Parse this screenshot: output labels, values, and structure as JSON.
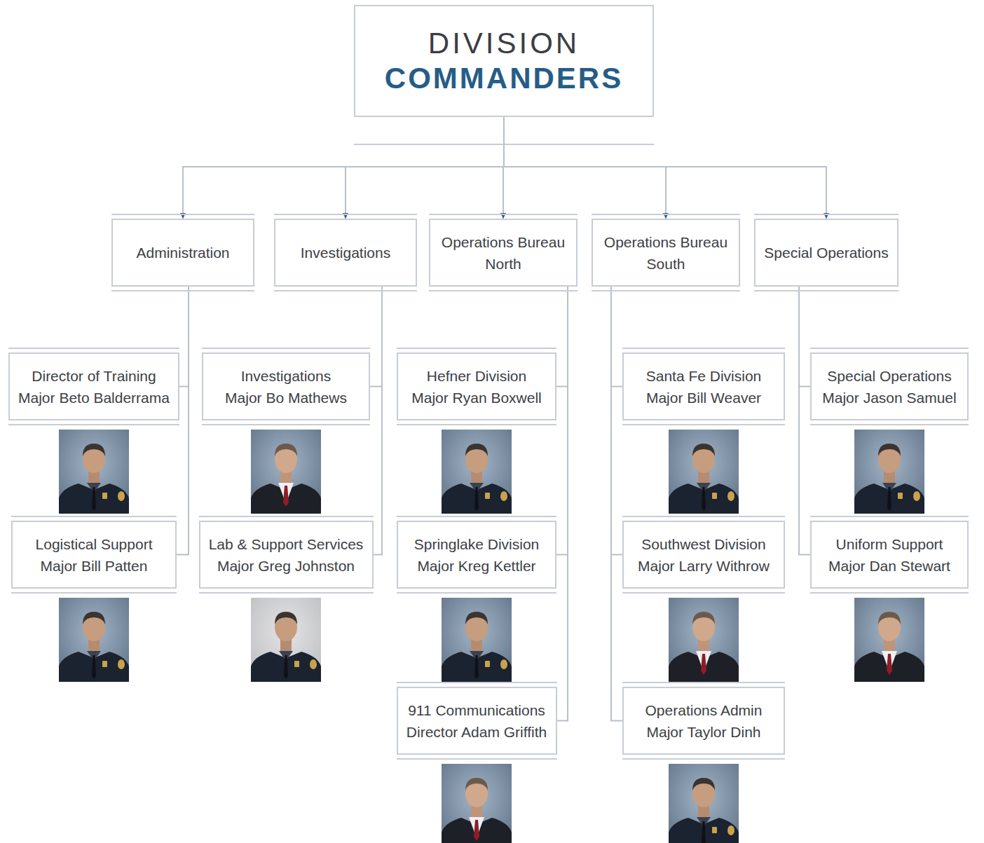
{
  "diagram": {
    "nodes": [
      {
        "text": [
          "DIVISION",
          "COMMANDERS"
        ]
      },
      {
        "text": [
          "Administration"
        ]
      },
      {
        "text": [
          "Investigations"
        ]
      },
      {
        "text": [
          "Operations Bureau North"
        ]
      },
      {
        "text": [
          "Operations Bureau South"
        ]
      },
      {
        "text": [
          "Special Operations"
        ]
      },
      {
        "text": [
          "Director of Training",
          "Major Beto Balderrama"
        ]
      },
      {
        "text": [
          "Logistical Support",
          "Major Bill Patten"
        ]
      },
      {
        "text": [
          "Investigations",
          "Major Bo Mathews"
        ]
      },
      {
        "text": [
          "Lab & Support Services",
          "Major Greg Johnston"
        ]
      },
      {
        "text": [
          "Hefner Division",
          "Major Ryan Boxwell"
        ]
      },
      {
        "text": [
          "Springlake Division",
          "Major Kreg Kettler"
        ]
      },
      {
        "text": [
          "911 Communications",
          "Director Adam Griffith"
        ]
      },
      {
        "text": [
          "Santa Fe Division",
          "Major Bill Weaver"
        ]
      },
      {
        "text": [
          "Southwest Division",
          "Major Larry Withrow"
        ]
      },
      {
        "text": [
          "Operations Admin",
          "Major Taylor Dinh"
        ]
      },
      {
        "text": [
          "Special Operations",
          "Major Jason Samuel"
        ]
      },
      {
        "text": [
          "Uniform Support",
          "Major Dan Stewart"
        ]
      }
    ],
    "edges": [
      {
        "from": 0,
        "to": 1,
        "arrow": "to"
      },
      {
        "from": 0,
        "to": 2,
        "arrow": "to"
      },
      {
        "from": 0,
        "to": 3,
        "arrow": "to"
      },
      {
        "from": 0,
        "to": 4,
        "arrow": "to"
      },
      {
        "from": 0,
        "to": 5,
        "arrow": "to"
      },
      {
        "from": 1,
        "to": 6,
        "arrow": "none"
      },
      {
        "from": 1,
        "to": 7,
        "arrow": "none"
      },
      {
        "from": 2,
        "to": 8,
        "arrow": "none"
      },
      {
        "from": 2,
        "to": 9,
        "arrow": "none"
      },
      {
        "from": 3,
        "to": 10,
        "arrow": "none"
      },
      {
        "from": 3,
        "to": 11,
        "arrow": "none"
      },
      {
        "from": 3,
        "to": 12,
        "arrow": "none"
      },
      {
        "from": 4,
        "to": 13,
        "arrow": "none"
      },
      {
        "from": 4,
        "to": 14,
        "arrow": "none"
      },
      {
        "from": 4,
        "to": 15,
        "arrow": "none"
      },
      {
        "from": 5,
        "to": 16,
        "arrow": "none"
      },
      {
        "from": 5,
        "to": 17,
        "arrow": "none"
      }
    ]
  }
}
